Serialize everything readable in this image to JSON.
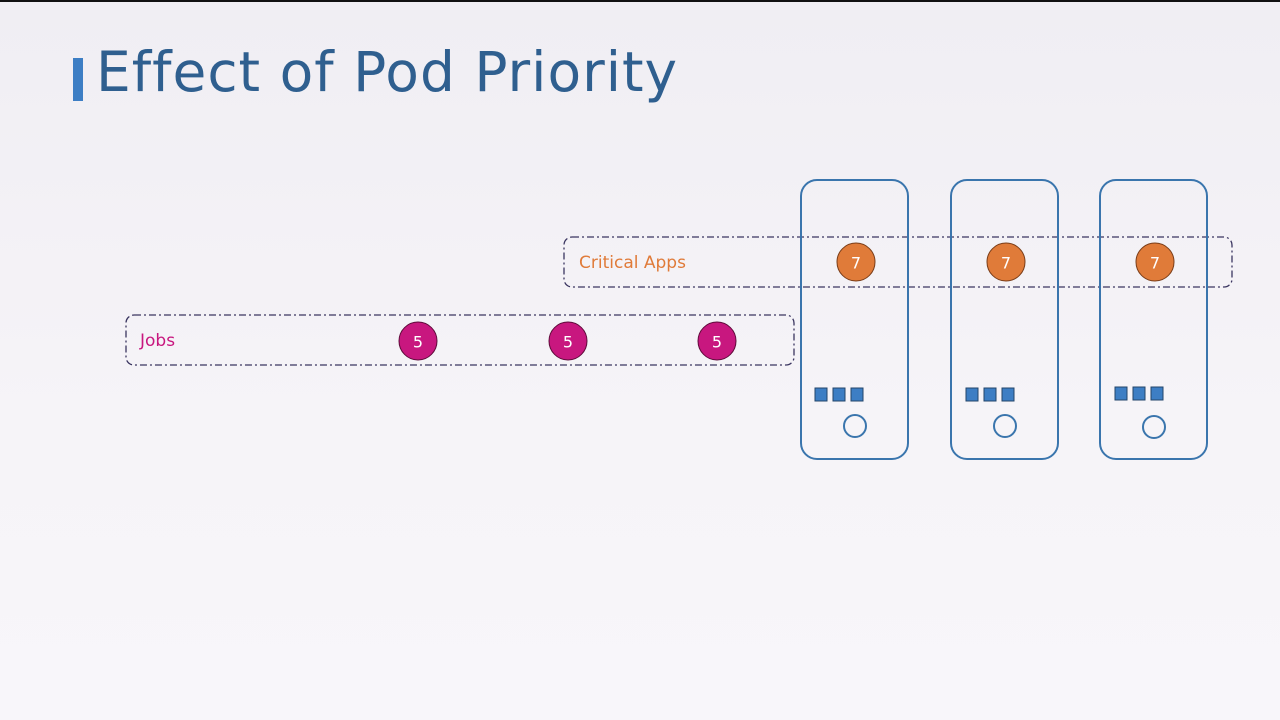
{
  "title": "Effect of Pod Priority",
  "groups": {
    "critical_apps": {
      "label": "Critical Apps",
      "priority": "7",
      "color": "#e07b39"
    },
    "jobs": {
      "label": "Jobs",
      "priority": "5",
      "color": "#c8177f"
    }
  },
  "node_count": 3,
  "colors": {
    "node_border": "#3a75ad",
    "resource_square": "#3d7ec4",
    "title": "#2f5f8f"
  }
}
